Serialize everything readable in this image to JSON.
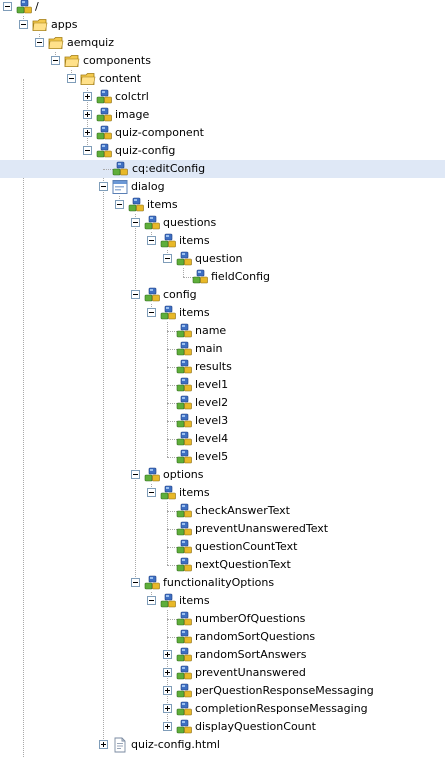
{
  "tree": [
    {
      "label": "/",
      "depth": 0,
      "icon": "node-icon",
      "toggle": "minus"
    },
    {
      "label": "apps",
      "depth": 1,
      "icon": "folder-icon",
      "toggle": "minus"
    },
    {
      "label": "aemquiz",
      "depth": 2,
      "icon": "folder-icon",
      "toggle": "minus"
    },
    {
      "label": "components",
      "depth": 3,
      "icon": "folder-icon",
      "toggle": "minus"
    },
    {
      "label": "content",
      "depth": 4,
      "icon": "folder-icon",
      "toggle": "minus"
    },
    {
      "label": "colctrl",
      "depth": 5,
      "icon": "node-icon",
      "toggle": "plus"
    },
    {
      "label": "image",
      "depth": 5,
      "icon": "node-icon",
      "toggle": "plus"
    },
    {
      "label": "quiz-component",
      "depth": 5,
      "icon": "node-icon",
      "toggle": "plus"
    },
    {
      "label": "quiz-config",
      "depth": 5,
      "icon": "node-icon",
      "toggle": "minus"
    },
    {
      "label": "cq:editConfig",
      "depth": 6,
      "icon": "node-icon",
      "toggle": "none",
      "selected": true
    },
    {
      "label": "dialog",
      "depth": 6,
      "icon": "dialog-icon",
      "toggle": "minus"
    },
    {
      "label": "items",
      "depth": 7,
      "icon": "node-icon",
      "toggle": "minus"
    },
    {
      "label": "questions",
      "depth": 8,
      "icon": "node-icon",
      "toggle": "minus"
    },
    {
      "label": "items",
      "depth": 9,
      "icon": "node-icon",
      "toggle": "minus"
    },
    {
      "label": "question",
      "depth": 10,
      "icon": "node-icon",
      "toggle": "minus"
    },
    {
      "label": "fieldConfig",
      "depth": 11,
      "icon": "node-icon",
      "toggle": "none"
    },
    {
      "label": "config",
      "depth": 8,
      "icon": "node-icon",
      "toggle": "minus"
    },
    {
      "label": "items",
      "depth": 9,
      "icon": "node-icon",
      "toggle": "minus"
    },
    {
      "label": "name",
      "depth": 10,
      "icon": "node-icon",
      "toggle": "none"
    },
    {
      "label": "main",
      "depth": 10,
      "icon": "node-icon",
      "toggle": "none"
    },
    {
      "label": "results",
      "depth": 10,
      "icon": "node-icon",
      "toggle": "none"
    },
    {
      "label": "level1",
      "depth": 10,
      "icon": "node-icon",
      "toggle": "none"
    },
    {
      "label": "level2",
      "depth": 10,
      "icon": "node-icon",
      "toggle": "none"
    },
    {
      "label": "level3",
      "depth": 10,
      "icon": "node-icon",
      "toggle": "none"
    },
    {
      "label": "level4",
      "depth": 10,
      "icon": "node-icon",
      "toggle": "none"
    },
    {
      "label": "level5",
      "depth": 10,
      "icon": "node-icon",
      "toggle": "none"
    },
    {
      "label": "options",
      "depth": 8,
      "icon": "node-icon",
      "toggle": "minus"
    },
    {
      "label": "items",
      "depth": 9,
      "icon": "node-icon",
      "toggle": "minus"
    },
    {
      "label": "checkAnswerText",
      "depth": 10,
      "icon": "node-icon",
      "toggle": "none"
    },
    {
      "label": "preventUnansweredText",
      "depth": 10,
      "icon": "node-icon",
      "toggle": "none"
    },
    {
      "label": "questionCountText",
      "depth": 10,
      "icon": "node-icon",
      "toggle": "none"
    },
    {
      "label": "nextQuestionText",
      "depth": 10,
      "icon": "node-icon",
      "toggle": "none"
    },
    {
      "label": "functionalityOptions",
      "depth": 8,
      "icon": "node-icon",
      "toggle": "minus"
    },
    {
      "label": "items",
      "depth": 9,
      "icon": "node-icon",
      "toggle": "minus"
    },
    {
      "label": "numberOfQuestions",
      "depth": 10,
      "icon": "node-icon",
      "toggle": "none"
    },
    {
      "label": "randomSortQuestions",
      "depth": 10,
      "icon": "node-icon",
      "toggle": "none"
    },
    {
      "label": "randomSortAnswers",
      "depth": 10,
      "icon": "node-icon",
      "toggle": "plus"
    },
    {
      "label": "preventUnanswered",
      "depth": 10,
      "icon": "node-icon",
      "toggle": "plus"
    },
    {
      "label": "perQuestionResponseMessaging",
      "depth": 10,
      "icon": "node-icon",
      "toggle": "plus"
    },
    {
      "label": "completionResponseMessaging",
      "depth": 10,
      "icon": "node-icon",
      "toggle": "plus"
    },
    {
      "label": "displayQuestionCount",
      "depth": 10,
      "icon": "node-icon",
      "toggle": "plus"
    },
    {
      "label": "quiz-config.html",
      "depth": 6,
      "icon": "file-icon",
      "toggle": "plus"
    }
  ],
  "colors": {
    "selection": "#dfe8f6",
    "guide_line": "#a9a9a9",
    "folder": "#f3c94d",
    "node_blue": "#3e6fc2",
    "node_green": "#5fae3a",
    "node_yellow": "#e8b828"
  }
}
